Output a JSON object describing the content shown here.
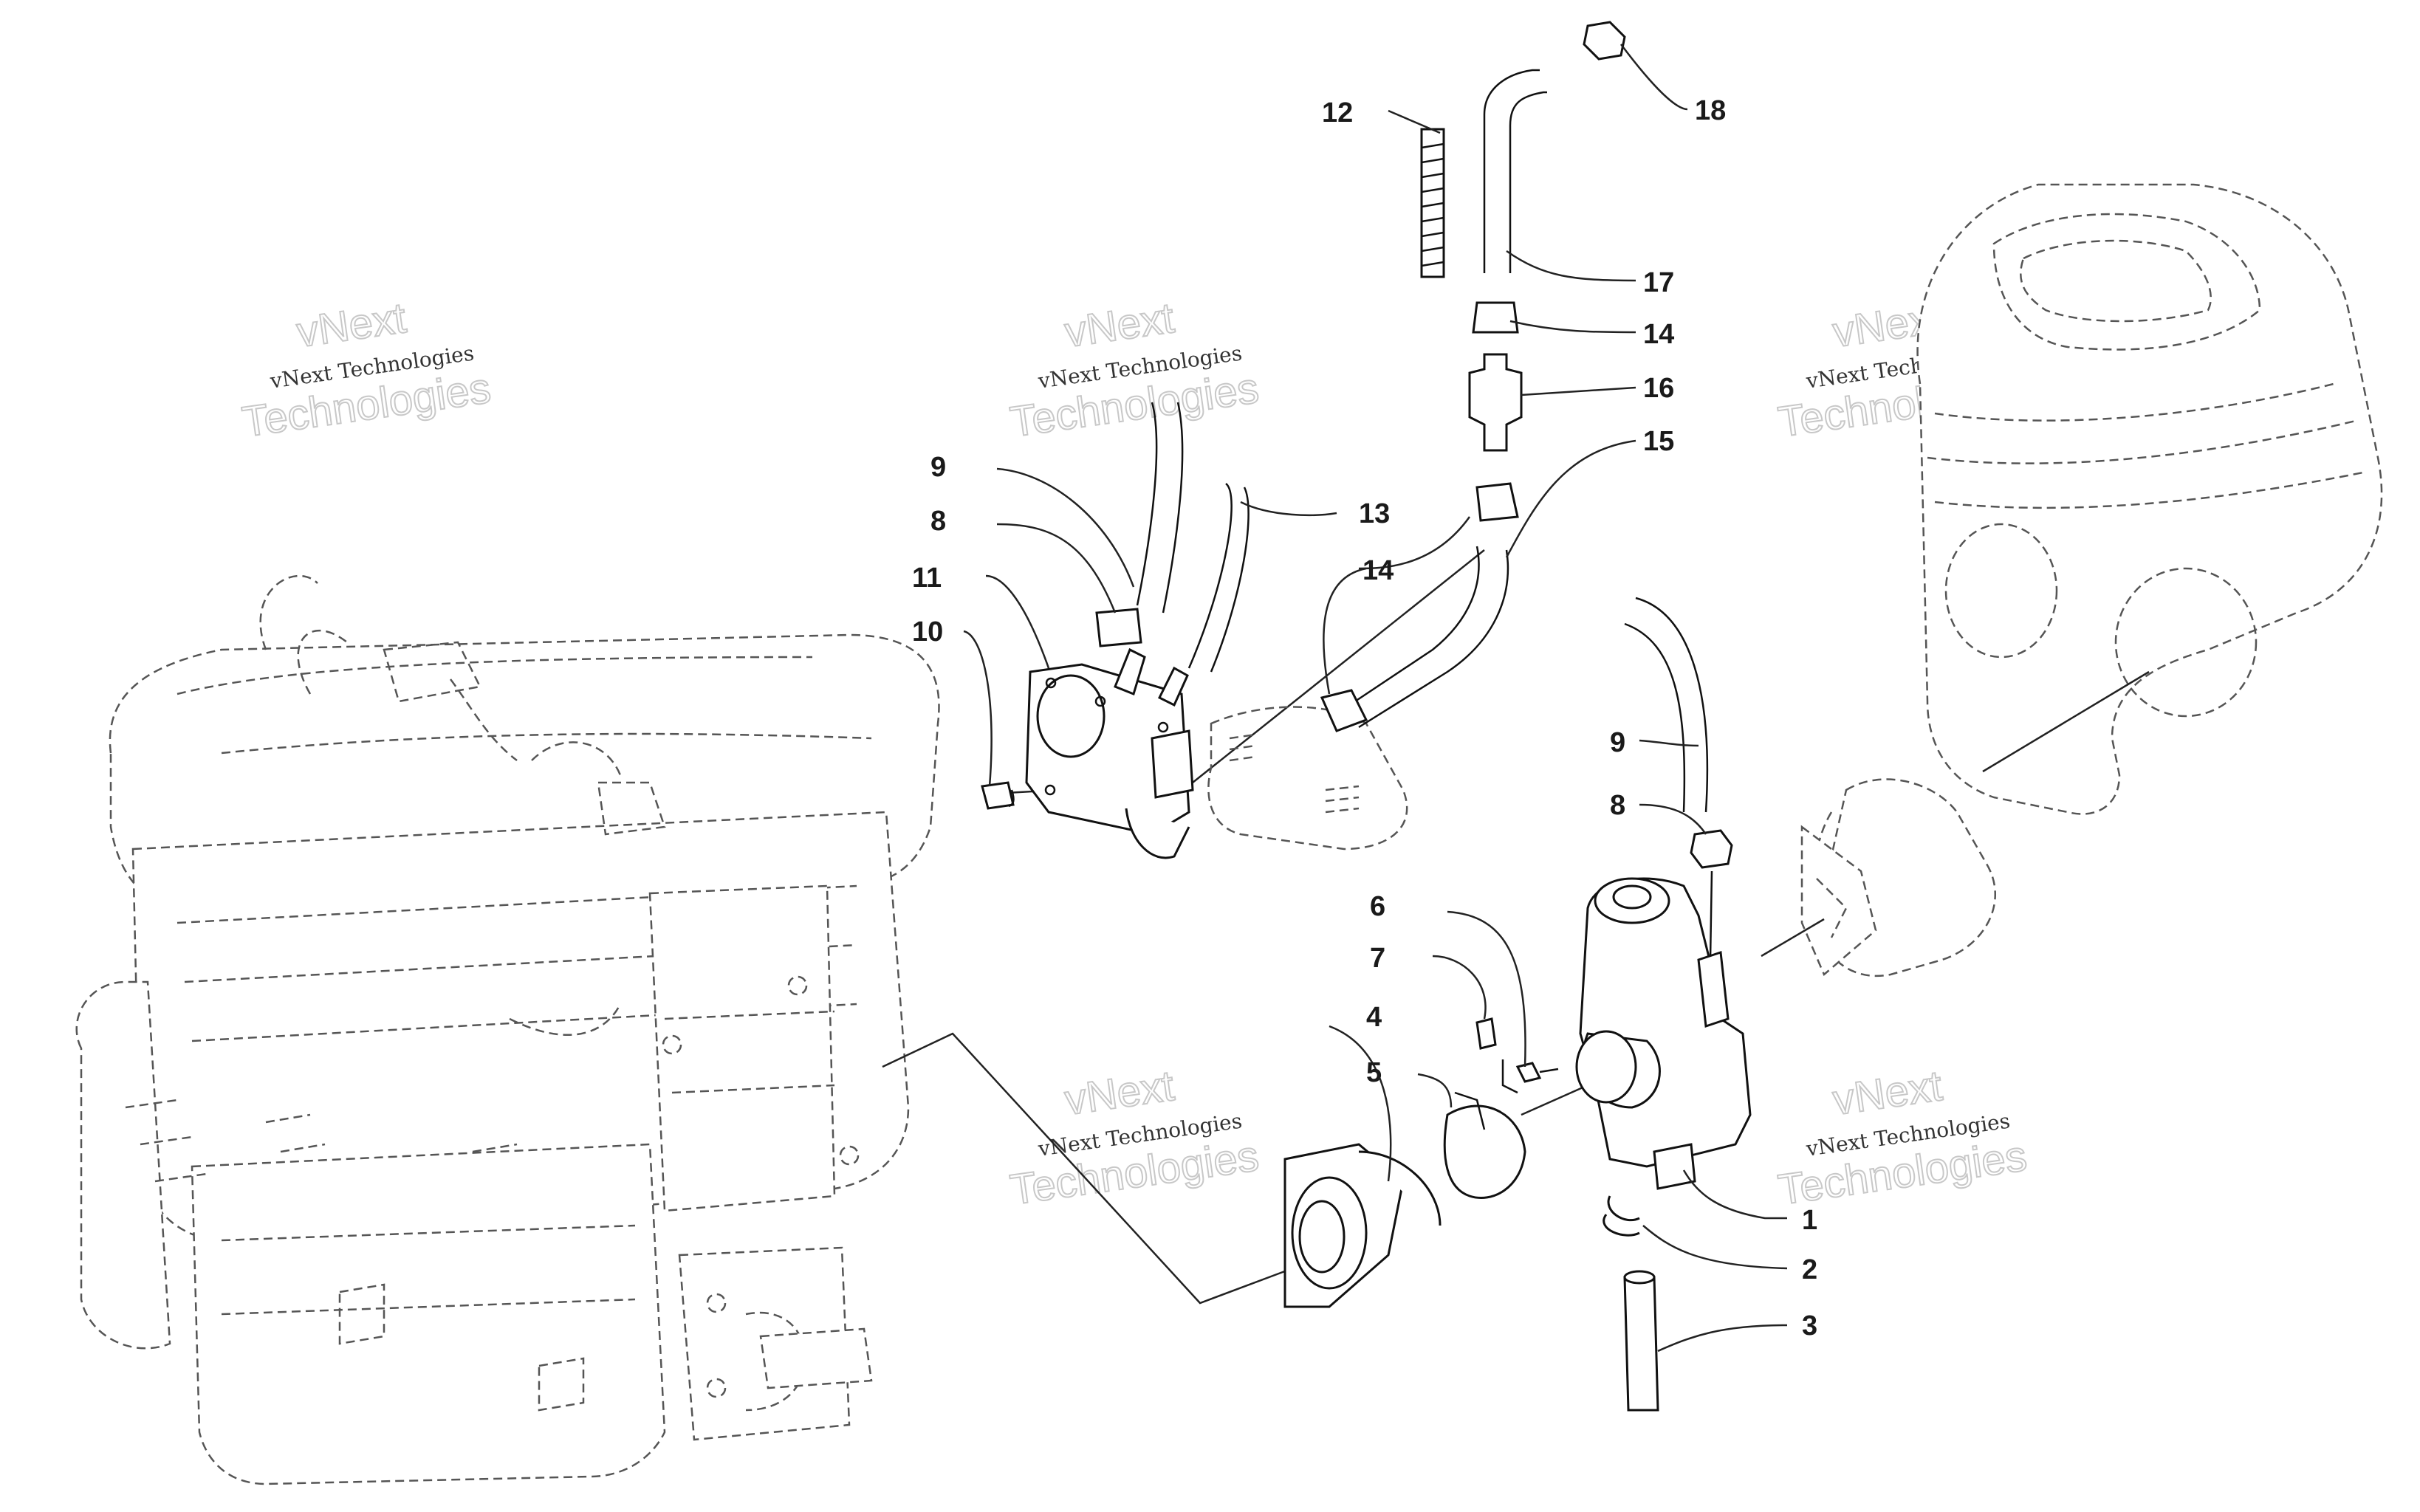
{
  "watermark": {
    "small_text": "vNext Technologies",
    "big_text": "Technologies",
    "big_text_alt": "vNext"
  },
  "callouts": [
    {
      "id": "1",
      "label": "1"
    },
    {
      "id": "2",
      "label": "2"
    },
    {
      "id": "3",
      "label": "3"
    },
    {
      "id": "4",
      "label": "4"
    },
    {
      "id": "5",
      "label": "5"
    },
    {
      "id": "6",
      "label": "6"
    },
    {
      "id": "7",
      "label": "7"
    },
    {
      "id": "8a",
      "label": "8"
    },
    {
      "id": "8b",
      "label": "8"
    },
    {
      "id": "9a",
      "label": "9"
    },
    {
      "id": "9b",
      "label": "9"
    },
    {
      "id": "10",
      "label": "10"
    },
    {
      "id": "11",
      "label": "11"
    },
    {
      "id": "12",
      "label": "12"
    },
    {
      "id": "13",
      "label": "13"
    },
    {
      "id": "14a",
      "label": "14"
    },
    {
      "id": "14b",
      "label": "14"
    },
    {
      "id": "15",
      "label": "15"
    },
    {
      "id": "16",
      "label": "16"
    },
    {
      "id": "17",
      "label": "17"
    },
    {
      "id": "18",
      "label": "18"
    }
  ]
}
